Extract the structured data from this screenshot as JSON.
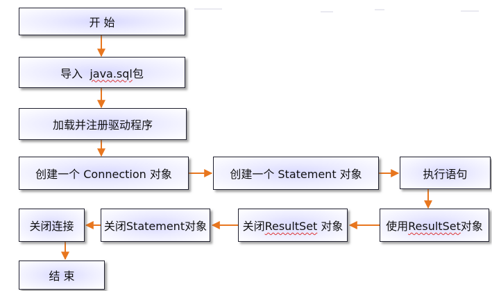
{
  "colors": {
    "arrow": "#e8761e",
    "border": "#1f1f2e",
    "box_center": "#d9d9ff"
  },
  "steps": {
    "start": "开 始",
    "import_prefix": "导入  ",
    "import_pkg": "java.sql",
    "import_suffix": "包",
    "load_driver": "加载并注册驱动程序",
    "create_connection": "创建一个 Connection 对象",
    "create_statement": "创建一个 Statement 对象",
    "execute": "执行语句",
    "use_prefix": "使用",
    "use_resultset": "ResultSet",
    "use_suffix": "对象",
    "close_rs_prefix": "关闭",
    "close_rs_name": "ResultSet",
    "close_rs_suffix": " 对象",
    "close_statement": "关闭Statement对象",
    "close_connection": "关闭连接",
    "end": "结 束"
  }
}
